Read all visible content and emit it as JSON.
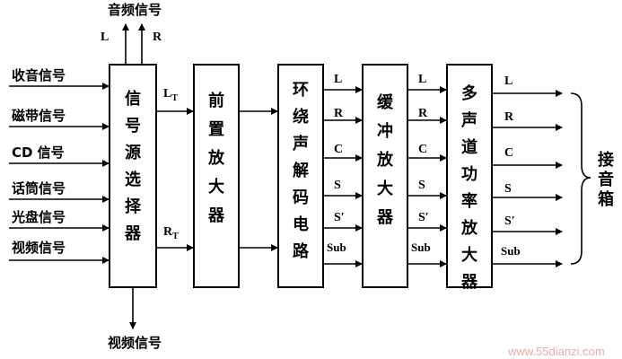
{
  "diagram": {
    "top_output_label": "音频信号",
    "top_outputs": [
      "L",
      "R"
    ],
    "bottom_output_label": "视频信号",
    "inputs": [
      "收音信号",
      "磁带信号",
      "CD 信号",
      "话筒信号",
      "光盘信号",
      "视频信号"
    ],
    "blocks": {
      "selector": "信号源选择器",
      "preamp": "前置放大器",
      "decoder": "环绕声解码电路",
      "buffer": "缓冲放大器",
      "power_amp": "多声道功率放大器"
    },
    "inter_labels": {
      "lt_main": "L",
      "lt_sub": "T",
      "rt_main": "R",
      "rt_sub": "T"
    },
    "decoder_outputs": [
      "L",
      "R",
      "C",
      "S",
      "S′",
      "Sub"
    ],
    "buffer_outputs": [
      "L",
      "R",
      "C",
      "S",
      "S′",
      "Sub"
    ],
    "power_outputs": [
      "L",
      "R",
      "C",
      "S",
      "S′",
      "Sub"
    ],
    "speaker_label": "接音箱",
    "watermark": "www.55dianzi.com"
  }
}
